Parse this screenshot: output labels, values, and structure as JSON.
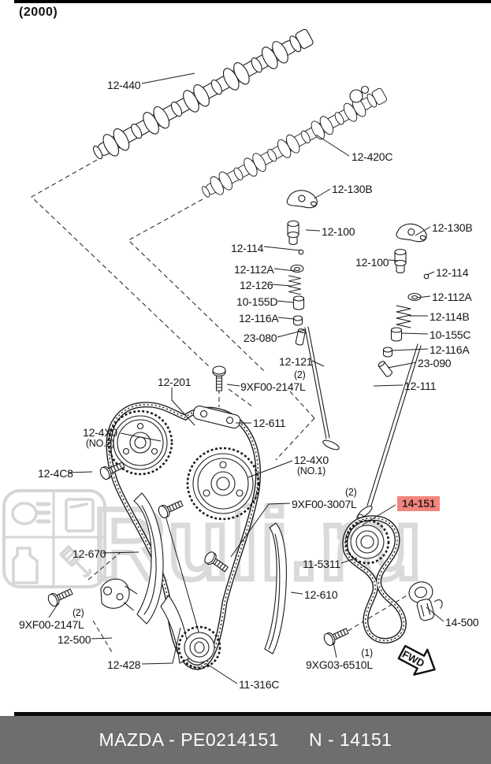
{
  "page": {
    "year": "(2000)"
  },
  "watermark": {
    "text": "Ruli.ru"
  },
  "colors": {
    "highlight_bg": "#f2867e",
    "footer_bg": "#6e6e6e",
    "line": "#1c1c1c",
    "watermark": "#dadada"
  },
  "fwd": {
    "label": "FWD"
  },
  "footer": {
    "left": "MAZDA - PE0214151",
    "right": "N - 14151"
  },
  "labels": [
    {
      "text": "12-440"
    },
    {
      "text": "12-420C"
    },
    {
      "text": "12-130B"
    },
    {
      "text": "12-100"
    },
    {
      "text": "12-130B"
    },
    {
      "text": "12-100"
    },
    {
      "text": "12-114"
    },
    {
      "text": "12-112A"
    },
    {
      "text": "12-126"
    },
    {
      "text": "10-155D"
    },
    {
      "text": "12-116A"
    },
    {
      "text": "23-080"
    },
    {
      "text": "12-121"
    },
    {
      "sup": "(2)",
      "text": "9XF00-2147L"
    },
    {
      "text": "12-114"
    },
    {
      "text": "12-112A"
    },
    {
      "text": "12-114B"
    },
    {
      "text": "10-155C"
    },
    {
      "text": "12-116A"
    },
    {
      "text": "23-090"
    },
    {
      "text": "12-111"
    },
    {
      "text": "12-201"
    },
    {
      "text": "12-611"
    },
    {
      "text": "12-4X0",
      "sub": "(NO.2)"
    },
    {
      "text": "12-4C8"
    },
    {
      "text": "12-4X0",
      "sub": "(NO.1)"
    },
    {
      "sup": "(2)",
      "text": "9XF00-3007L"
    },
    {
      "text": "14-151",
      "highlighted": true
    },
    {
      "text": "11-5311"
    },
    {
      "text": "12-670"
    },
    {
      "text": "12-610"
    },
    {
      "sup": "(2)",
      "text": "9XF00-2147L"
    },
    {
      "text": "12-500"
    },
    {
      "text": "12-428"
    },
    {
      "text": "11-316C"
    },
    {
      "sup": "(1)",
      "text": "9XG03-6510L"
    },
    {
      "text": "14-500"
    }
  ]
}
